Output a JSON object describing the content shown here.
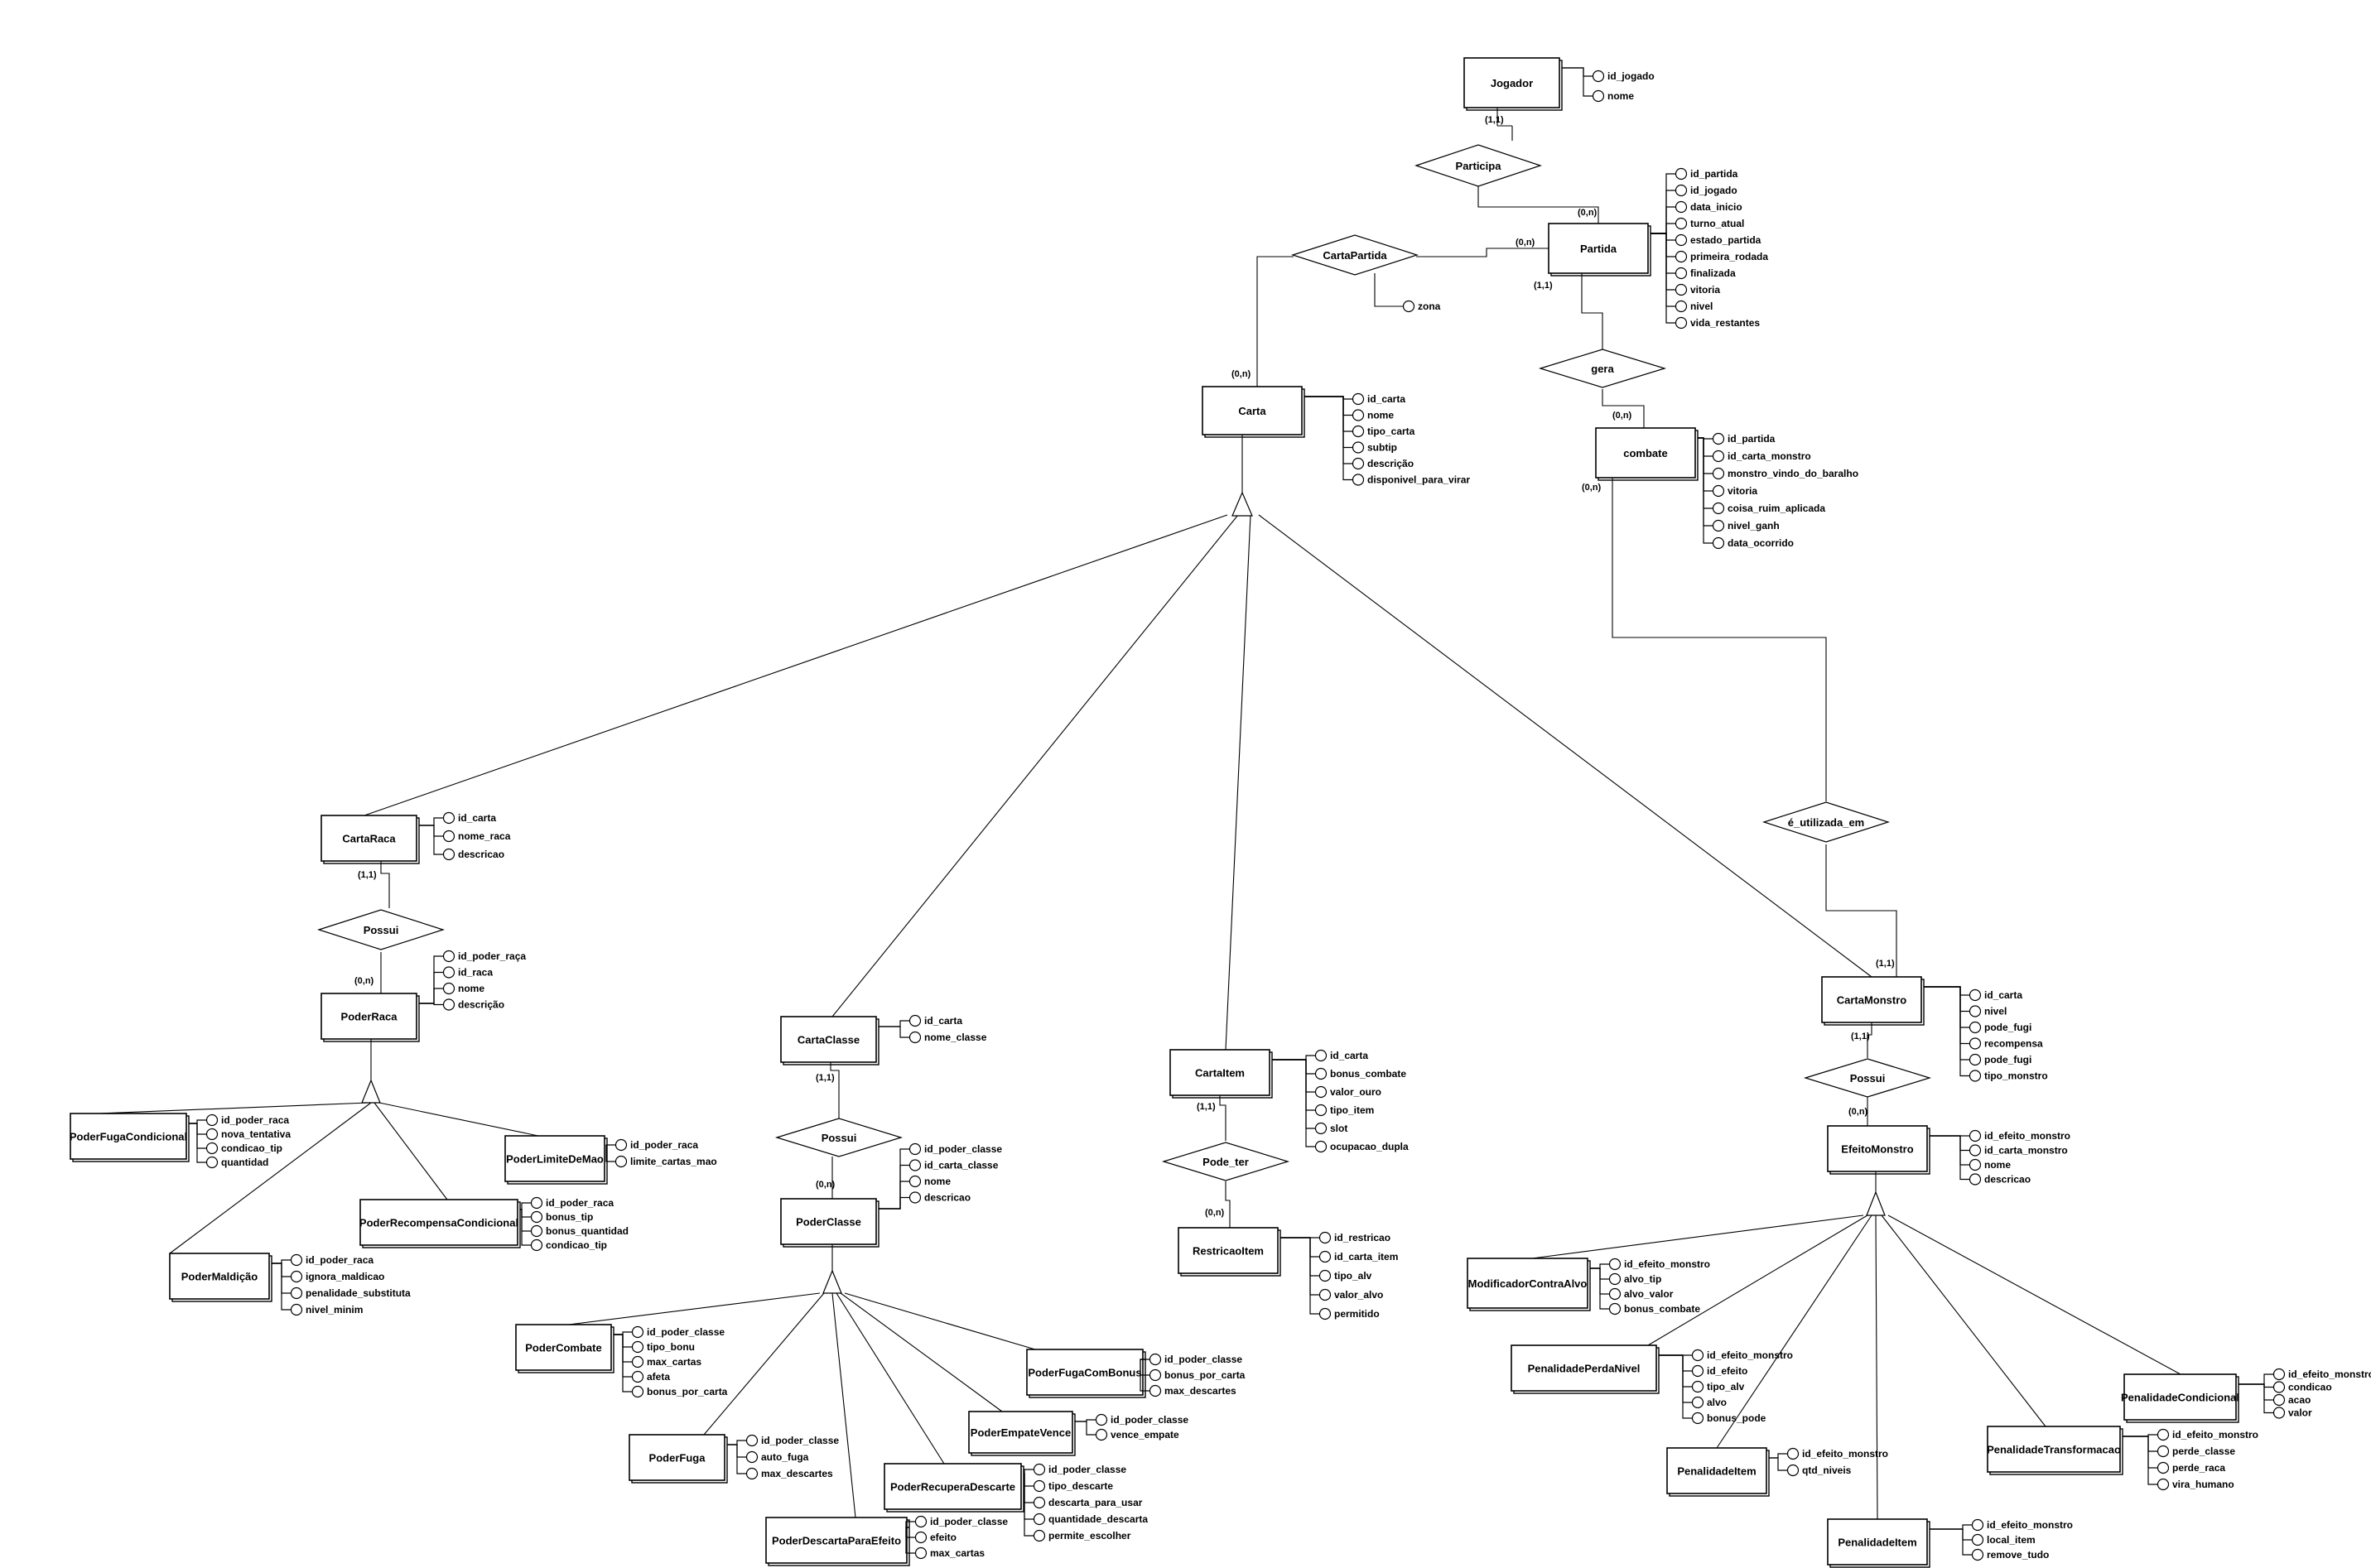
{
  "entities": [
    {
      "id": "jogador",
      "label": "Jogador",
      "attrs": [
        "id_jogado",
        "nome"
      ]
    },
    {
      "id": "partida",
      "label": "Partida",
      "attrs": [
        "id_partida",
        "id_jogado",
        "data_inicio",
        "turno_atual",
        "estado_partida",
        "primeira_rodada",
        "finalizada",
        "vitoria",
        "nivel",
        "vida_restantes"
      ]
    },
    {
      "id": "carta",
      "label": "Carta",
      "attrs": [
        "id_carta",
        "nome",
        "tipo_carta",
        "subtip",
        "descrição",
        "disponivel_para_virar"
      ]
    },
    {
      "id": "combate",
      "label": "combate",
      "attrs": [
        "id_partida",
        "id_carta_monstro",
        "monstro_vindo_do_baralho",
        "vitoria",
        "coisa_ruim_aplicada",
        "nivel_ganh",
        "data_ocorrido"
      ]
    },
    {
      "id": "cartaraca",
      "label": "CartaRaca",
      "attrs": [
        "id_carta",
        "nome_raca",
        "descricao"
      ]
    },
    {
      "id": "poderraca",
      "label": "PoderRaca",
      "attrs": [
        "id_poder_raça",
        "id_raca",
        "nome",
        "descrição"
      ]
    },
    {
      "id": "poderfugacond",
      "label": "PoderFugaCondicional",
      "attrs": [
        "id_poder_raca",
        "nova_tentativa",
        "condicao_tip",
        "quantidad"
      ]
    },
    {
      "id": "poderlimite",
      "label": "PoderLimiteDeMao",
      "attrs": [
        "id_poder_raca",
        "limite_cartas_mao"
      ]
    },
    {
      "id": "poderrecompensa",
      "label": "PoderRecompensaCondicional",
      "attrs": [
        "id_poder_raca",
        "bonus_tip",
        "bonus_quantidad",
        "condicao_tip"
      ]
    },
    {
      "id": "podermaldicao",
      "label": "PoderMaldição",
      "attrs": [
        "id_poder_raca",
        "ignora_maldicao",
        "penalidade_substituta",
        "nivel_minim"
      ]
    },
    {
      "id": "cartaclasse",
      "label": "CartaClasse",
      "attrs": [
        "id_carta",
        "nome_classe"
      ]
    },
    {
      "id": "poderclasse",
      "label": "PoderClasse",
      "attrs": [
        "id_poder_classe",
        "id_carta_classe",
        "nome",
        "descricao"
      ]
    },
    {
      "id": "podercombate",
      "label": "PoderCombate",
      "attrs": [
        "id_poder_classe",
        "tipo_bonu",
        "max_cartas",
        "afeta",
        "bonus_por_carta"
      ]
    },
    {
      "id": "poderfuga",
      "label": "PoderFuga",
      "attrs": [
        "id_poder_classe",
        "auto_fuga",
        "max_descartes"
      ]
    },
    {
      "id": "poderdescarta",
      "label": "PoderDescartaParaEfeito",
      "attrs": [
        "id_poder_classe",
        "efeito",
        "max_cartas"
      ]
    },
    {
      "id": "poderrecupera",
      "label": "PoderRecuperaDescarte",
      "attrs": [
        "id_poder_classe",
        "tipo_descarte",
        "descarta_para_usar",
        "quantidade_descarta",
        "permite_escolher"
      ]
    },
    {
      "id": "poderempate",
      "label": "PoderEmpateVence",
      "attrs": [
        "id_poder_classe",
        "vence_empate"
      ]
    },
    {
      "id": "poderfugabonus",
      "label": "PoderFugaComBonus",
      "attrs": [
        "id_poder_classe",
        "bonus_por_carta",
        "max_descartes"
      ]
    },
    {
      "id": "cartaitem",
      "label": "CartaItem",
      "attrs": [
        "id_carta",
        "bonus_combate",
        "valor_ouro",
        "tipo_item",
        "slot",
        "ocupacao_dupla"
      ]
    },
    {
      "id": "restricao",
      "label": "RestricaoItem",
      "attrs": [
        "id_restricao",
        "id_carta_item",
        "tipo_alv",
        "valor_alvo",
        "permitido"
      ]
    },
    {
      "id": "cartamonstro",
      "label": "CartaMonstro",
      "attrs": [
        "id_carta",
        "nivel",
        "pode_fugi",
        "recompensa",
        "pode_fugi",
        "tipo_monstro"
      ]
    },
    {
      "id": "efeitomonstro",
      "label": "EfeitoMonstro",
      "attrs": [
        "id_efeito_monstro",
        "id_carta_monstro",
        "nome",
        "descricao"
      ]
    },
    {
      "id": "modificador",
      "label": "ModificadorContraAlvo",
      "attrs": [
        "id_efeito_monstro",
        "alvo_tip",
        "alvo_valor",
        "bonus_combate"
      ]
    },
    {
      "id": "penperdanivel",
      "label": "PenalidadePerdaNivel",
      "attrs": [
        "id_efeito_monstro",
        "id_efeito",
        "tipo_alv",
        "alvo",
        "bonus_pode"
      ]
    },
    {
      "id": "penitem1",
      "label": "PenalidadeItem",
      "attrs": [
        "id_efeito_monstro",
        "qtd_niveis"
      ]
    },
    {
      "id": "penitem2",
      "label": "PenalidadeItem",
      "attrs": [
        "id_efeito_monstro",
        "local_item",
        "remove_tudo"
      ]
    },
    {
      "id": "pentransf",
      "label": "PenalidadeTransformacao",
      "attrs": [
        "id_efeito_monstro",
        "perde_classe",
        "perde_raca",
        "vira_humano"
      ]
    },
    {
      "id": "pencond",
      "label": "PenalidadeCondicional",
      "attrs": [
        "id_efeito_monstro",
        "condicao",
        "acao",
        "valor"
      ]
    }
  ],
  "relationships": [
    {
      "id": "participa",
      "label": "Participa"
    },
    {
      "id": "cartapartida",
      "label": "CartaPartida",
      "attrs": [
        "zona"
      ]
    },
    {
      "id": "gera",
      "label": "gera"
    },
    {
      "id": "utilizada",
      "label": "é_utilizada_em"
    },
    {
      "id": "possui_raca",
      "label": "Possui"
    },
    {
      "id": "possui_classe",
      "label": "Possui"
    },
    {
      "id": "pode_ter",
      "label": "Pode_ter"
    },
    {
      "id": "possui_monstro",
      "label": "Possui"
    }
  ],
  "cardinalities": [
    {
      "id": "c_jog",
      "text": "(1,1)"
    },
    {
      "id": "c_part1",
      "text": "(0,n)"
    },
    {
      "id": "c_part2",
      "text": "(0,n)"
    },
    {
      "id": "c_part3",
      "text": "(1,1)"
    },
    {
      "id": "c_carta",
      "text": "(0,n)"
    },
    {
      "id": "c_comb1",
      "text": "(0,n)"
    },
    {
      "id": "c_comb2",
      "text": "(0,n)"
    },
    {
      "id": "c_cm1",
      "text": "(1,1)"
    },
    {
      "id": "c_cr",
      "text": "(1,1)"
    },
    {
      "id": "c_pr",
      "text": "(0,n)"
    },
    {
      "id": "c_cc",
      "text": "(1,1)"
    },
    {
      "id": "c_pc",
      "text": "(0,n)"
    },
    {
      "id": "c_ci",
      "text": "(1,1)"
    },
    {
      "id": "c_ri",
      "text": "(0,n)"
    },
    {
      "id": "c_cm2",
      "text": "(1,1)"
    },
    {
      "id": "c_em",
      "text": "(0,n)"
    }
  ]
}
